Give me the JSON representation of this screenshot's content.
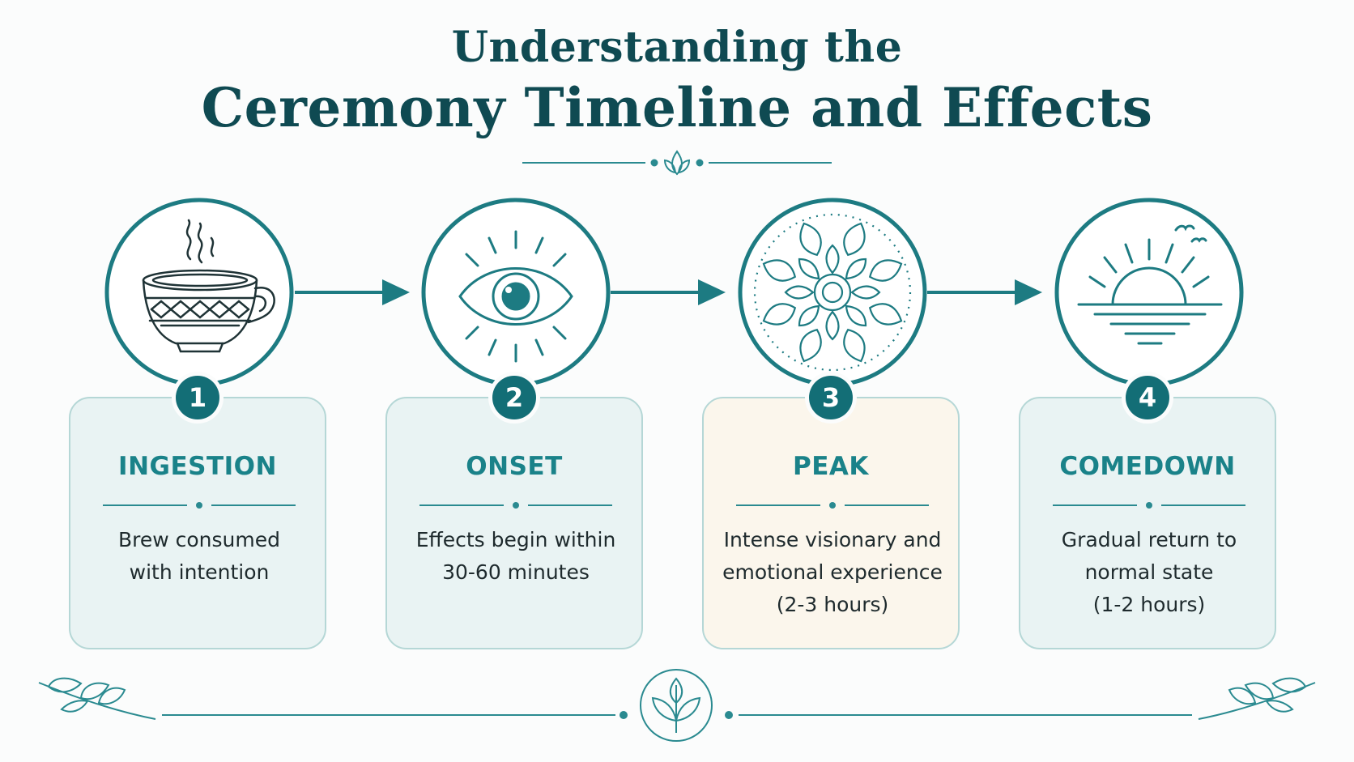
{
  "title": {
    "line1": "Understanding the",
    "line2": "Ceremony Timeline and Effects"
  },
  "steps": [
    {
      "number": "1",
      "label": "INGESTION",
      "description": "Brew consumed\nwith intention",
      "icon": "tea-cup-icon"
    },
    {
      "number": "2",
      "label": "ONSET",
      "description": "Effects begin within\n30-60 minutes",
      "icon": "eye-icon"
    },
    {
      "number": "3",
      "label": "PEAK",
      "description": "Intense visionary and\nemotional experience\n(2-3 hours)",
      "icon": "mandala-icon"
    },
    {
      "number": "4",
      "label": "COMEDOWN",
      "description": "Gradual return to\nnormal state\n(1-2 hours)",
      "icon": "sunrise-icon"
    }
  ],
  "colors": {
    "primary": "#136e76",
    "title": "#0f4a52",
    "label": "#1a8289",
    "card_background": "#e9f3f3",
    "peak_card_background": "#fbf6ec",
    "card_border": "#b5d7d6"
  }
}
